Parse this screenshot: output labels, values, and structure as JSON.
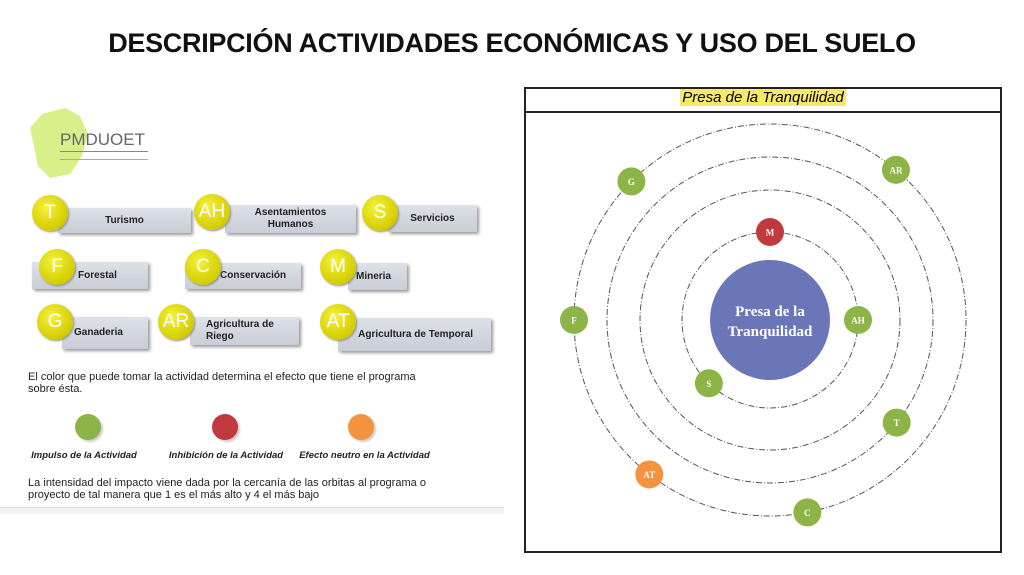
{
  "title": "DESCRIPCIÓN ACTIVIDADES ECONÓMICAS Y USO DEL SUELO",
  "logo": {
    "text": "PMDUOET"
  },
  "activities": [
    {
      "code": "T",
      "label": "Turismo"
    },
    {
      "code": "AH",
      "label": "Asentamientos Humanos"
    },
    {
      "code": "S",
      "label": "Servicios"
    },
    {
      "code": "F",
      "label": "Forestal"
    },
    {
      "code": "C",
      "label": "Conservación"
    },
    {
      "code": "M",
      "label": "Mineria"
    },
    {
      "code": "G",
      "label": "Ganaderia"
    },
    {
      "code": "AR",
      "label": "Agricultura de Riego"
    },
    {
      "code": "AT",
      "label": "Agricultura de Temporal"
    }
  ],
  "color_note": "El color que puede tomar la actividad determina el efecto que tiene el programa sobre ésta.",
  "legend": [
    {
      "label": "Impulso de la Actividad",
      "color": "#8db446"
    },
    {
      "label": "Inhibición de la Actividad",
      "color": "#c0393c"
    },
    {
      "label": "Efecto neutro en la Actividad",
      "color": "#f5923e"
    }
  ],
  "intensity_note": "La intensidad del impacto viene dada por la cercanía de las orbitas al programa o proyecto de tal manera que 1 es el más alto y 4 el más bajo",
  "diagram": {
    "header": "Presa de la Tranquilidad",
    "center_line1": "Presa de la",
    "center_line2": "Tranquilidad",
    "center_color": "#6b76b8",
    "nodes": [
      {
        "code": "M",
        "orbit": 1,
        "effect": "inhibicion"
      },
      {
        "code": "AH",
        "orbit": 1,
        "effect": "impulso"
      },
      {
        "code": "S",
        "orbit": 1,
        "effect": "impulso"
      },
      {
        "code": "T",
        "orbit": 3,
        "effect": "impulso"
      },
      {
        "code": "G",
        "orbit": 4,
        "effect": "impulso"
      },
      {
        "code": "AR",
        "orbit": 4,
        "effect": "impulso"
      },
      {
        "code": "F",
        "orbit": 4,
        "effect": "impulso"
      },
      {
        "code": "AT",
        "orbit": 4,
        "effect": "neutro"
      },
      {
        "code": "C",
        "orbit": 4,
        "effect": "impulso"
      }
    ]
  }
}
